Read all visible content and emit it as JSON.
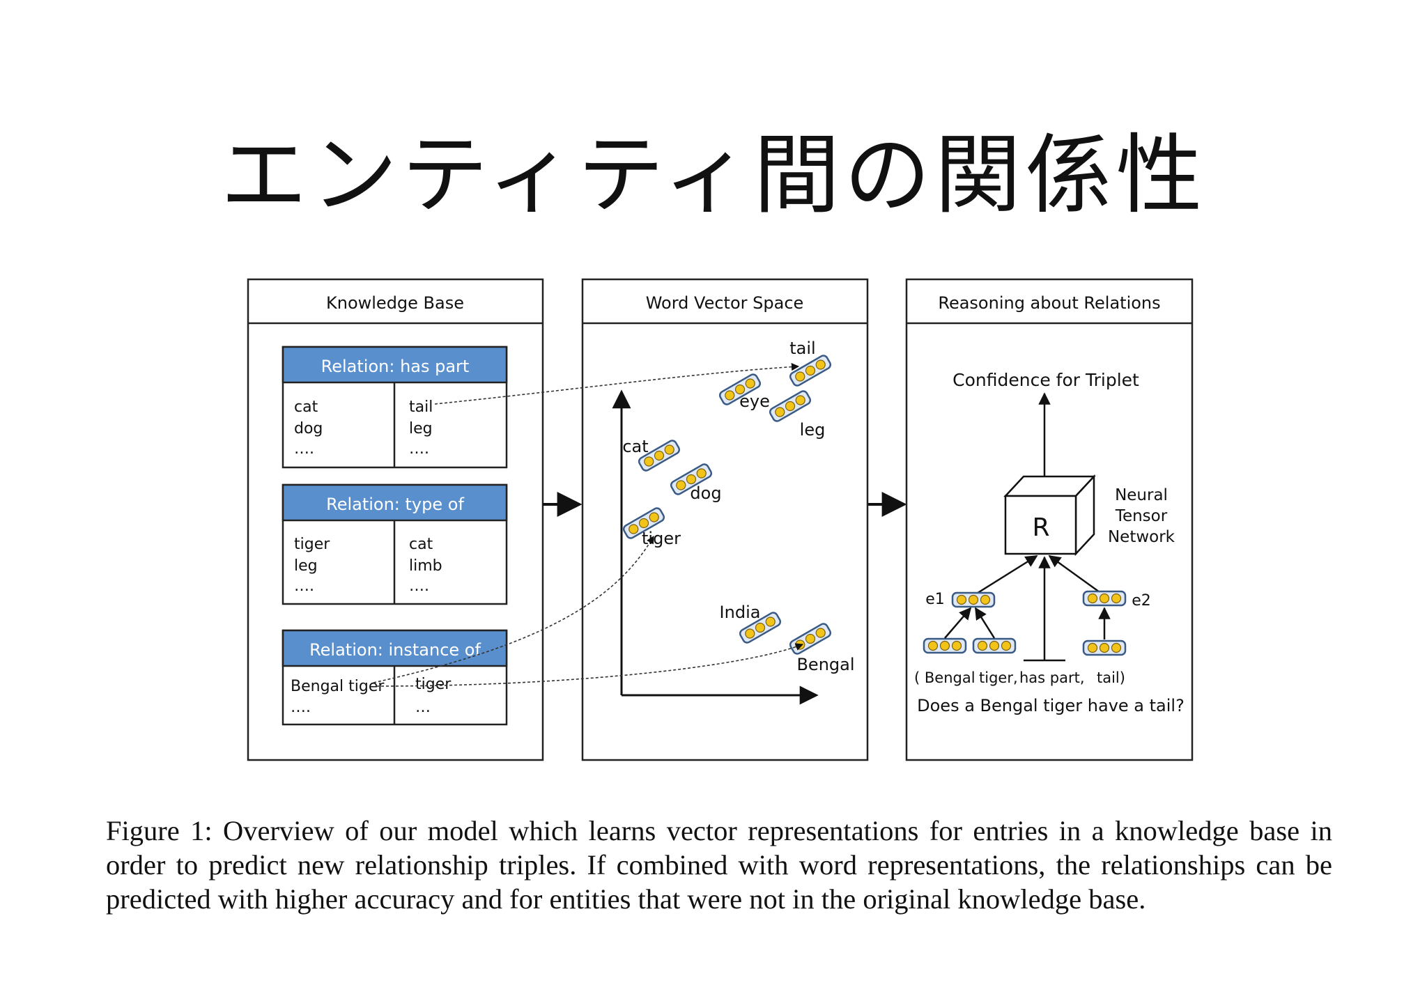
{
  "slide_title": "エンティティ間の関係性",
  "panels": {
    "knowledge_base": {
      "title": "Knowledge Base",
      "relations": [
        {
          "header": "Relation: has part",
          "left": [
            "cat",
            "dog",
            "…."
          ],
          "right": [
            "tail",
            "leg",
            "…."
          ]
        },
        {
          "header": "Relation: type of",
          "left": [
            "tiger",
            "leg",
            "…."
          ],
          "right": [
            "cat",
            "limb",
            "…."
          ]
        },
        {
          "header": "Relation: instance of",
          "left": [
            "Bengal tiger",
            "…."
          ],
          "right": [
            "tiger",
            "…"
          ]
        }
      ]
    },
    "word_vector_space": {
      "title": "Word Vector Space",
      "words": {
        "tail": "tail",
        "eye": "eye",
        "leg": "leg",
        "cat": "cat",
        "dog": "dog",
        "tiger": "tiger",
        "india": "India",
        "bengal": "Bengal"
      }
    },
    "reasoning": {
      "title": "Reasoning about Relations",
      "confidence_label": "Confidence for Triplet",
      "cube_label": "R",
      "network_label": [
        "Neural",
        "Tensor",
        "Network"
      ],
      "e1_label": "e1",
      "e2_label": "e2",
      "triplet": [
        "( Bengal",
        "tiger,",
        "has part,",
        "tail)"
      ],
      "question": "Does a Bengal tiger have a tail?"
    }
  },
  "caption": "Figure 1: Overview of our model which learns vector representations for entries in a knowledge base in order to predict new relationship triples. If combined with word representations, the relationships can be predicted with higher accuracy and for entities that were not in the original knowledge base.",
  "colors": {
    "relation_header": "#5a8fcd",
    "vector_dot": "#f2c318",
    "vector_outline": "#3a5a86"
  }
}
